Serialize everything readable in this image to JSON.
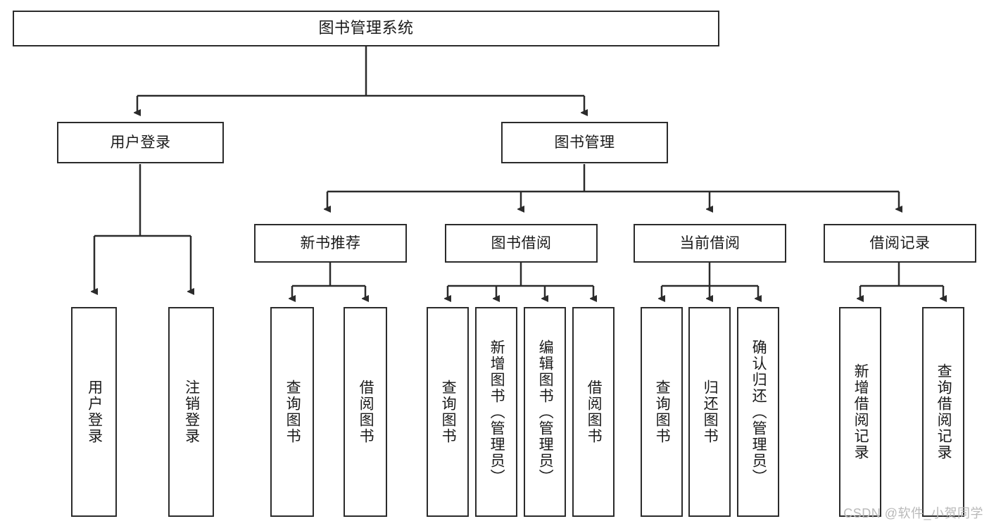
{
  "diagram": {
    "type": "tree-hierarchy-chart",
    "title": "图书管理系统",
    "watermark": "CSDN @软件_小贺同学",
    "stroke_color": "#2b2b2b",
    "background_color": "#ffffff",
    "text_color": "#1a1a1a",
    "watermark_color": "#b9b9b9",
    "levels": {
      "root": {
        "label": "图书管理系统"
      },
      "level1": [
        {
          "id": "user-login",
          "label": "用户登录"
        },
        {
          "id": "book-manage",
          "label": "图书管理"
        }
      ],
      "level2": [
        {
          "id": "new-book-recommend",
          "label": "新书推荐",
          "parent": "book-manage"
        },
        {
          "id": "book-borrow",
          "label": "图书借阅",
          "parent": "book-manage"
        },
        {
          "id": "current-borrow",
          "label": "当前借阅",
          "parent": "book-manage"
        },
        {
          "id": "borrow-record",
          "label": "借阅记录",
          "parent": "book-manage"
        }
      ],
      "leaves": [
        {
          "id": "leaf-user-login",
          "label": "用户登录",
          "parent": "user-login"
        },
        {
          "id": "leaf-user-logout",
          "label": "注销登录",
          "parent": "user-login"
        },
        {
          "id": "leaf-query-book-1",
          "label": "查询图书",
          "parent": "new-book-recommend"
        },
        {
          "id": "leaf-borrow-book-1",
          "label": "借阅图书",
          "parent": "new-book-recommend"
        },
        {
          "id": "leaf-query-book-2",
          "label": "查询图书",
          "parent": "book-borrow"
        },
        {
          "id": "leaf-add-book",
          "label": "新增图书（管理员）",
          "parent": "book-borrow"
        },
        {
          "id": "leaf-edit-book",
          "label": "编辑图书（管理员）",
          "parent": "book-borrow"
        },
        {
          "id": "leaf-borrow-book-2",
          "label": "借阅图书",
          "parent": "book-borrow"
        },
        {
          "id": "leaf-query-book-3",
          "label": "查询图书",
          "parent": "current-borrow"
        },
        {
          "id": "leaf-return-book",
          "label": "归还图书",
          "parent": "current-borrow"
        },
        {
          "id": "leaf-confirm-return",
          "label": "确认归还（管理员）",
          "parent": "current-borrow"
        },
        {
          "id": "leaf-add-record",
          "label": "新增借阅记录",
          "parent": "borrow-record"
        },
        {
          "id": "leaf-query-record",
          "label": "查询借阅记录",
          "parent": "borrow-record"
        }
      ]
    }
  }
}
